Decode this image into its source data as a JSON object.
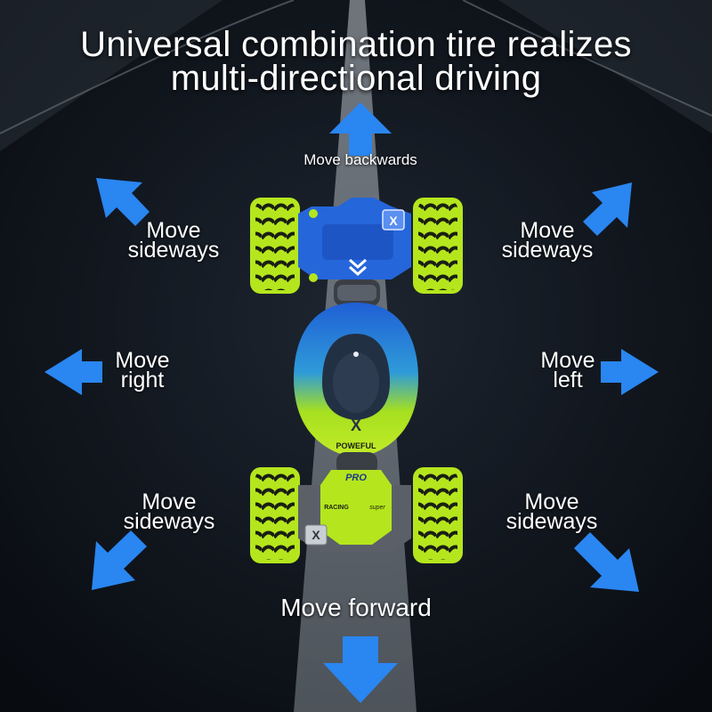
{
  "title": {
    "line1": "Universal combination tire realizes",
    "line2": "multi-directional driving"
  },
  "labels": {
    "backwards": "Move backwards",
    "forward": "Move forward",
    "top_left": {
      "line1": "Move",
      "line2": "sideways"
    },
    "top_right": {
      "line1": "Move",
      "line2": "sideways"
    },
    "mid_left": {
      "line1": "Move",
      "line2": "right"
    },
    "mid_right": {
      "line1": "Move",
      "line2": "left"
    },
    "bottom_left": {
      "line1": "Move",
      "line2": "sideways"
    },
    "bottom_right": {
      "line1": "Move",
      "line2": "sideways"
    }
  },
  "car_markings": {
    "badge": "X",
    "brand": "POWEFUL",
    "pro": "PRO",
    "racing": "RACING",
    "super": "super"
  },
  "colors": {
    "arrow": "#2a86f0",
    "car_blue": "#1f5fd6",
    "car_green": "#b5e61d",
    "road": "#121820",
    "background": "#0c1016"
  }
}
